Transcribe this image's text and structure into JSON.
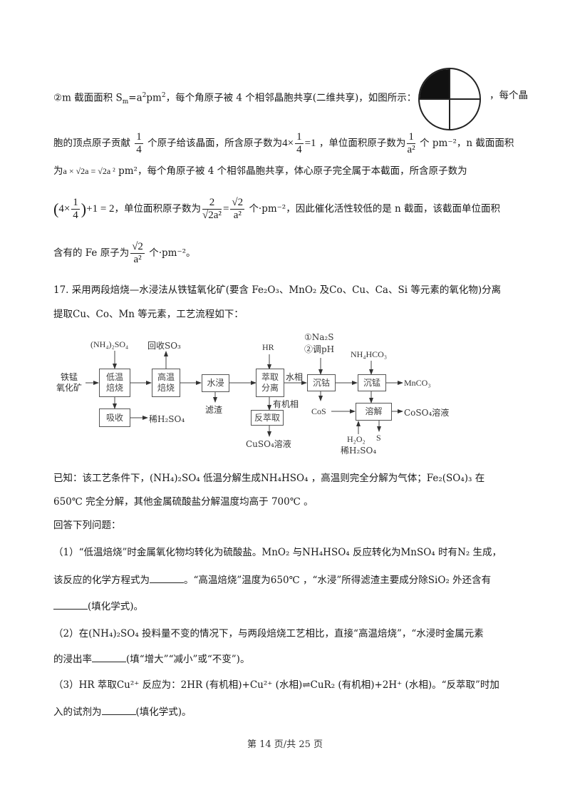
{
  "solution": {
    "m_section": {
      "line1_pre": "②m 截面面积 S",
      "line1_sub": "m",
      "line1_eq": "=a",
      "line1_sup": "2",
      "line1_unit": "pm",
      "line1_unit_sup": "2",
      "line1_post": "，每个角原子被  4 个相邻晶胞共享(二维共享)，如图所示：",
      "line1_end": "，每个晶",
      "line2_pre": "胞的顶点原子贡献",
      "frac_num": "1",
      "frac_den": "4",
      "line2_mid": "个原子给该晶面，所含原子数为",
      "calc_pre": "4×",
      "calc_post": "=1",
      "line2_mid2": "，单位面积原子数为",
      "density_num": "1",
      "density_den": "a²",
      "line2_end": "个 pm⁻²，n 截面面积"
    },
    "n_section": {
      "line3_pre": "为",
      "area_expr": "a × √2a = √2a ²",
      "line3_unit": "pm²，每个角原子被  4 个相邻晶胞共享，体心原子完全属于本截面，所含原子数为",
      "count_expr_a": "4×",
      "count_expr_b": "+1 = 2",
      "line4_mid": "，单位面积原子数为",
      "dens_num": "2",
      "dens_den": "√2a²",
      "dens_eq": "=",
      "dens2_num": "√2",
      "dens2_den": "a²",
      "line4_end": "个·pm⁻²，因此催化活性较低的是  n 截面，该截面单位面积",
      "line5_pre": "含有的 Fe 原子为",
      "fe_num": "√2",
      "fe_den": "a²",
      "line5_end": "个·pm⁻²。"
    },
    "circle_diagram": {
      "shaded_quadrant": "top-left",
      "fill": "#111111"
    }
  },
  "question17": {
    "intro_line1": "17. 采用两段焙烧—水浸法从铁锰氧化矿(要含 Fe₂O₃、MnO₂ 及Co、Cu、Ca、Si  等元素的氧化物)分离",
    "intro_line2": "提取Cu、Co、Mn  等元素，工艺流程如下：",
    "flowchart": {
      "input": "铁锰\n氧化矿",
      "nodes": {
        "low_temp": "低温\n焙烧",
        "high_temp": "高温\n焙烧",
        "water_leach": "水浸",
        "extract": "萃取\n分离",
        "co_precip": "沉钴",
        "mn_precip": "沉锰",
        "dissolve": "溶解",
        "absorb": "吸收",
        "back_extract": "反萃取"
      },
      "labels": {
        "nh4so4": "(NH₄)₂SO₄",
        "recover_so3": "回收SO₃",
        "hr": "HR",
        "na2s": "①Na₂S",
        "adjust_ph": "②调pH",
        "nh4hco3": "NH₄HCO₃",
        "water_phase": "水相",
        "organic_phase": "有机相",
        "residue": "滤渣",
        "dilute_h2so4": "稀H₂SO₄",
        "cuso4": "CuSO₄溶液",
        "cos": "CoS",
        "mnco3": "MnCO₃",
        "coso4": "CoSO₄溶液",
        "h2o2": "H₂O₂",
        "dilute_h2so4_2": "稀H₂SO₄",
        "s": "S"
      }
    },
    "known_line1": "已知：该工艺条件下，(NH₄)₂SO₄ 低温分解生成NH₄HSO₄ ，高温则完全分解为气体；Fe₂(SO₄)₃   在",
    "known_line2": "650℃ 完全分解，其他金属硫酸盐分解温度均高于 700℃ 。",
    "answer_prompt": "回答下列问题：",
    "q1_line1": "（1）“低温焙烧”时金属氧化物均转化为硫酸盐。MnO₂ 与NH₄HSO₄  反应转化为MnSO₄  时有N₂   生成，",
    "q1_line2_pre": "该反应的化学方程式为",
    "q1_line2_post": "。“高温焙烧”温度为650℃ ，“水浸”所得滤渣主要成分除SiO₂  外还含有",
    "q1_line3_post": "(填化学式)。",
    "q2_line1": "（2）在(NH₄)₂SO₄ 投料量不变的情况下，与两段焙烧工艺相比，直接“高温焙烧”，“水浸时金属元素",
    "q2_line2_pre": "的浸出率",
    "q2_line2_post": "(填“增大”“减小”或“不变”)。",
    "q3_line1": "（3）HR  萃取Cu²⁺  反应为：2HR  (有机相)+Cu²⁺  (水相)⇌CuR₂  (有机相)+2H⁺  (水相)。“反萃取”时加",
    "q3_line2_pre": "入的试剂为",
    "q3_line2_post": "(填化学式)。"
  },
  "footer": {
    "page_text": "第  14 页/共  25 页"
  }
}
